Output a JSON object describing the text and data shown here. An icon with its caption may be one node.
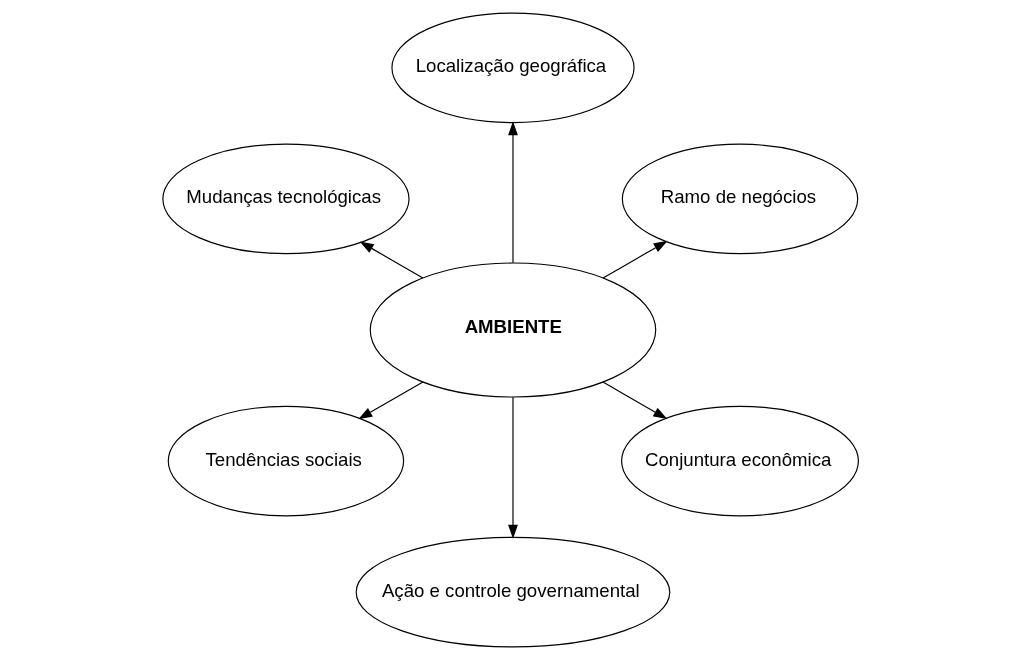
{
  "diagram": {
    "nodes": [
      {
        "text": [
          "Ramo de negócios"
        ]
      },
      {
        "text": [
          "Localização geográfica"
        ]
      },
      {
        "text": [
          "Mudanças tecnológicas"
        ]
      },
      {
        "text": [
          "AMBIENTE"
        ]
      },
      {
        "text": [
          "Tendências sociais"
        ]
      },
      {
        "text": [
          "Ação e controle governamental"
        ]
      },
      {
        "text": [
          "Conjuntura econômica"
        ]
      }
    ],
    "edges": [
      {
        "from": 3,
        "to": 0,
        "arrow": "to"
      },
      {
        "from": 3,
        "to": 1,
        "arrow": "to"
      },
      {
        "from": 3,
        "to": 2,
        "arrow": "to"
      },
      {
        "from": 3,
        "to": 4,
        "arrow": "to"
      },
      {
        "from": 3,
        "to": 5,
        "arrow": "to"
      },
      {
        "from": 3,
        "to": 6,
        "arrow": "to"
      }
    ]
  }
}
